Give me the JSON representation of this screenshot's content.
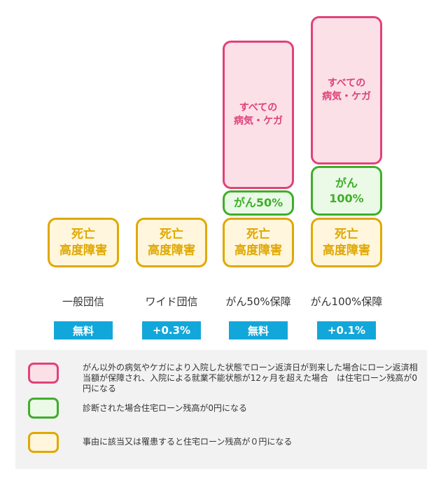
{
  "colors": {
    "yellow": "#e0a800",
    "green": "#3fae2a",
    "pink": "#e0427a",
    "price_badge": "#12a7da",
    "legend_bg": "#f2f2f2"
  },
  "boxes": {
    "yellow_line1": "死亡",
    "yellow_line2": "高度障害",
    "green_small": "がん50%",
    "green_large_line1": "がん",
    "green_large_line2": "100%",
    "pink_line1": "すべての",
    "pink_line2": "病気・ケガ"
  },
  "plans": [
    {
      "name": "一般団信",
      "price": "無料"
    },
    {
      "name": "ワイド団信",
      "price": "+0.3%"
    },
    {
      "name": "がん50%保障",
      "price": "無料"
    },
    {
      "name": "がん100%保障",
      "price": "+0.1%"
    }
  ],
  "legend": {
    "pink": "がん以外の病気やケガにより入院した状態でローン返済日が到来した場合にローン返済相当額が保障され、入院による就業不能状態が12ヶ月を超えた場合　は住宅ローン残高が0円になる",
    "green": "診断された場合住宅ローン残高が0円になる",
    "yellow": "事由に該当又は罹患すると住宅ローン残高が０円になる"
  }
}
